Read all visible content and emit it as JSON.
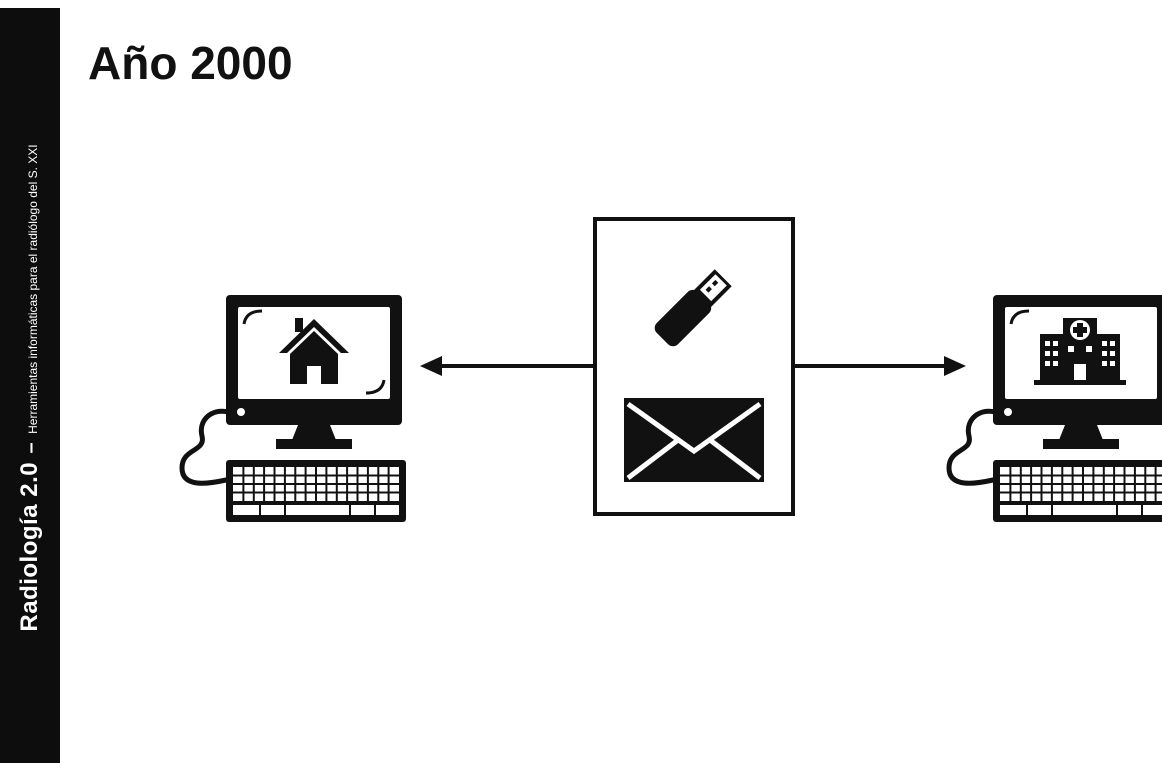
{
  "sidebar": {
    "title": "Radiología 2.0",
    "dash": "–",
    "subtitle": "Herramientas informáticas para el radiólogo del S. XXI"
  },
  "slide": {
    "title": "Año 2000"
  },
  "diagram": {
    "left_node": {
      "device": "desktop-computer",
      "screen_icon": "house-icon"
    },
    "right_node": {
      "device": "desktop-computer",
      "screen_icon": "hospital-icon"
    },
    "center_box": {
      "icons": [
        "usb-drive-icon",
        "envelope-icon"
      ]
    },
    "arrows": [
      "left",
      "right"
    ],
    "colors": {
      "ink": "#111111",
      "paper": "#ffffff"
    }
  }
}
